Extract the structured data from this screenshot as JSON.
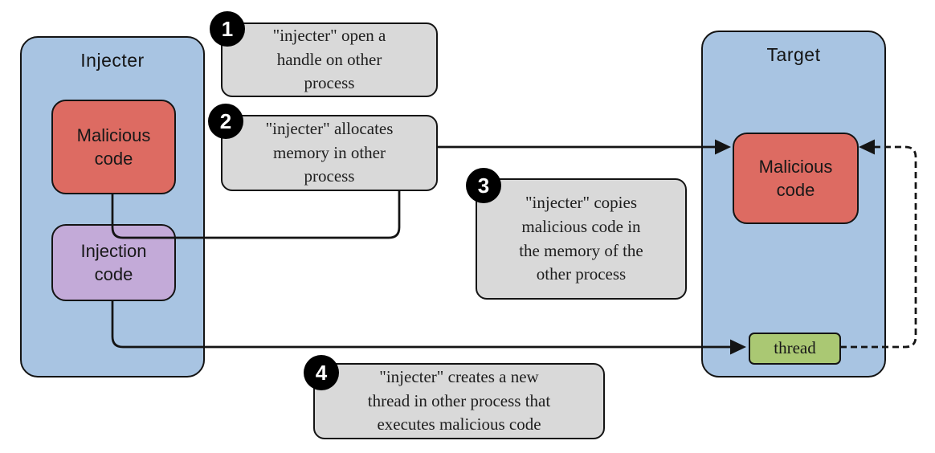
{
  "colors": {
    "process_fill": "#a8c4e2",
    "malicious_fill": "#dd6b62",
    "injection_fill": "#c3aad8",
    "thread_fill": "#aac873",
    "callout_fill": "#d9d9d9",
    "line": "#141414",
    "badge_bg": "#000000",
    "badge_fg": "#ffffff"
  },
  "injecter": {
    "title": "Injecter",
    "malicious": "Malicious\ncode",
    "injection": "Injection\ncode"
  },
  "target": {
    "title": "Target",
    "malicious": "Malicious\ncode",
    "thread": "thread"
  },
  "steps": [
    {
      "num": "1",
      "text": "\"injecter\" open a\nhandle on other\nprocess"
    },
    {
      "num": "2",
      "text": "\"injecter\" allocates\nmemory in other\nprocess"
    },
    {
      "num": "3",
      "text": "\"injecter\" copies\nmalicious code in\nthe memory of the\nother process"
    },
    {
      "num": "4",
      "text": "\"injecter\" creates a new\nthread in other process that\nexecutes malicious code"
    }
  ]
}
